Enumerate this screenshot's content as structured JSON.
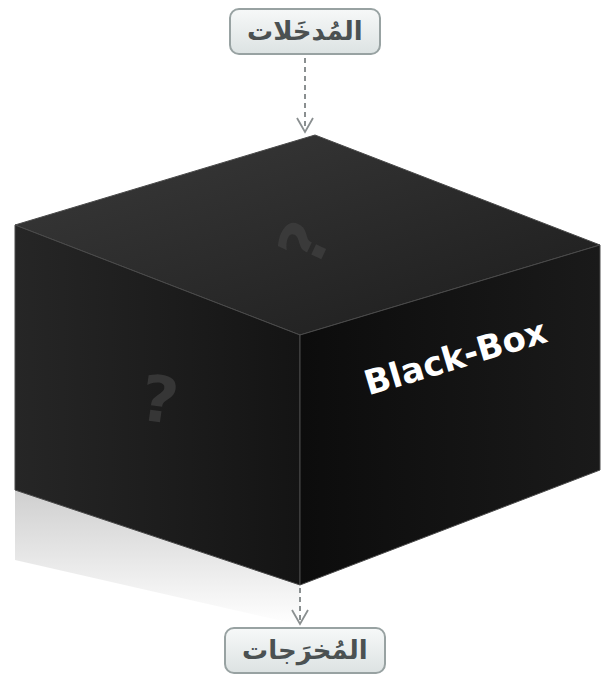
{
  "diagram": {
    "nodes": [
      {
        "text": [
          "المُدخَلات"
        ]
      },
      {
        "text": [
          "?",
          "?",
          "Black-Box"
        ]
      },
      {
        "text": [
          "المُخرَجات"
        ]
      }
    ],
    "edges": [
      {
        "from": 0,
        "to": 1,
        "arrow": "to"
      },
      {
        "from": 1,
        "to": 2,
        "arrow": "to"
      }
    ]
  }
}
